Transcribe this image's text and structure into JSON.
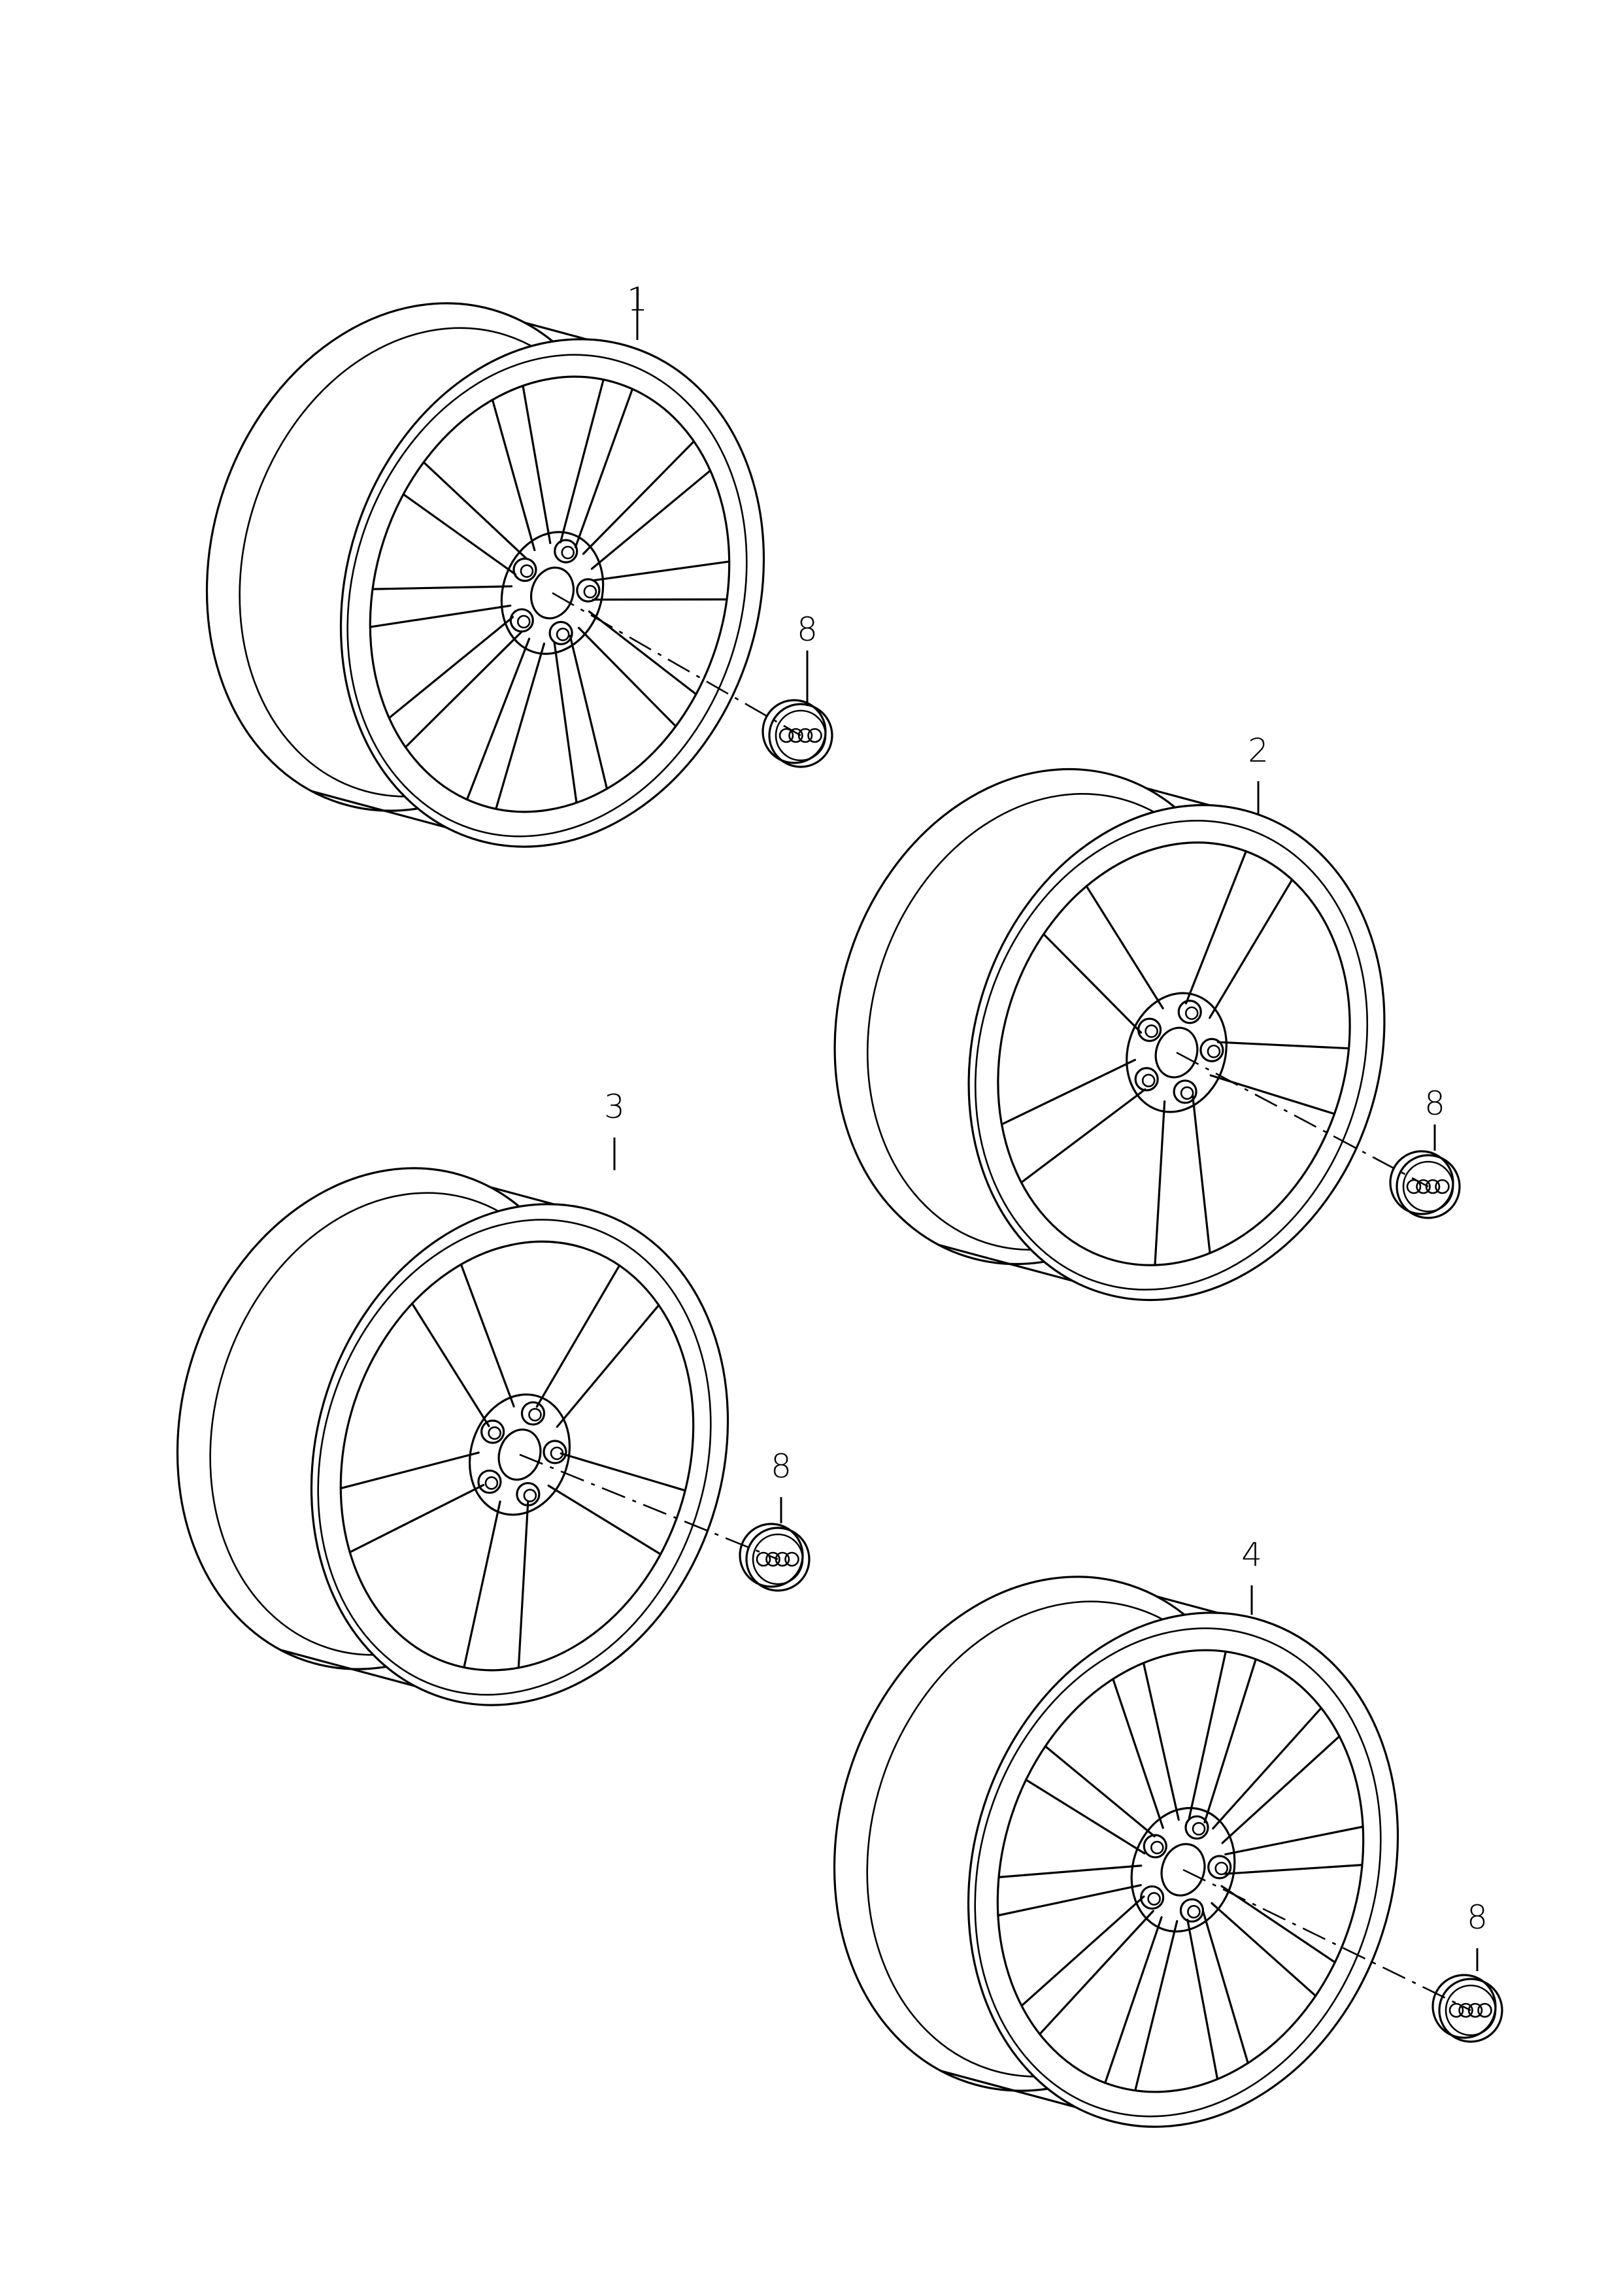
{
  "parts": [
    {
      "label": "1",
      "name": "wheel-1",
      "spokes": 10
    },
    {
      "label": "2",
      "name": "wheel-2",
      "spokes": 5
    },
    {
      "label": "3",
      "name": "wheel-3",
      "spokes": 5
    },
    {
      "label": "4",
      "name": "wheel-4",
      "spokes": 10
    }
  ],
  "cap_label": "8",
  "colors": {
    "line": "#000000",
    "background": "#ffffff"
  }
}
